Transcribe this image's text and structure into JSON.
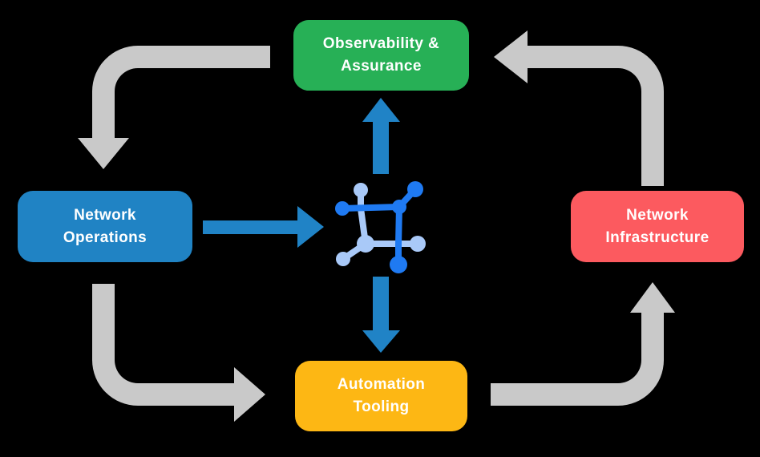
{
  "diagram": {
    "name": "network automation cycle diagram",
    "background": "#000000"
  },
  "nodes": {
    "observability": {
      "line1": "Observability &",
      "line2": "Assurance",
      "color": "#27b056"
    },
    "operations": {
      "line1": "Network",
      "line2": "Operations",
      "color": "#2083c4"
    },
    "infrastructure": {
      "line1": "Network",
      "line2": "Infrastructure",
      "color": "#fc5a5f"
    },
    "automation": {
      "line1": "Automation",
      "line2": "Tooling",
      "color": "#fdb714"
    }
  },
  "colors": {
    "arrow_gray": "#c9c9c9",
    "arrow_blue": "#2083c6",
    "icon_dark_blue": "#1f7af2",
    "icon_light_blue": "#a9c9f8",
    "text": "#ffffff"
  },
  "icons": {
    "center": "network-mesh-icon"
  }
}
